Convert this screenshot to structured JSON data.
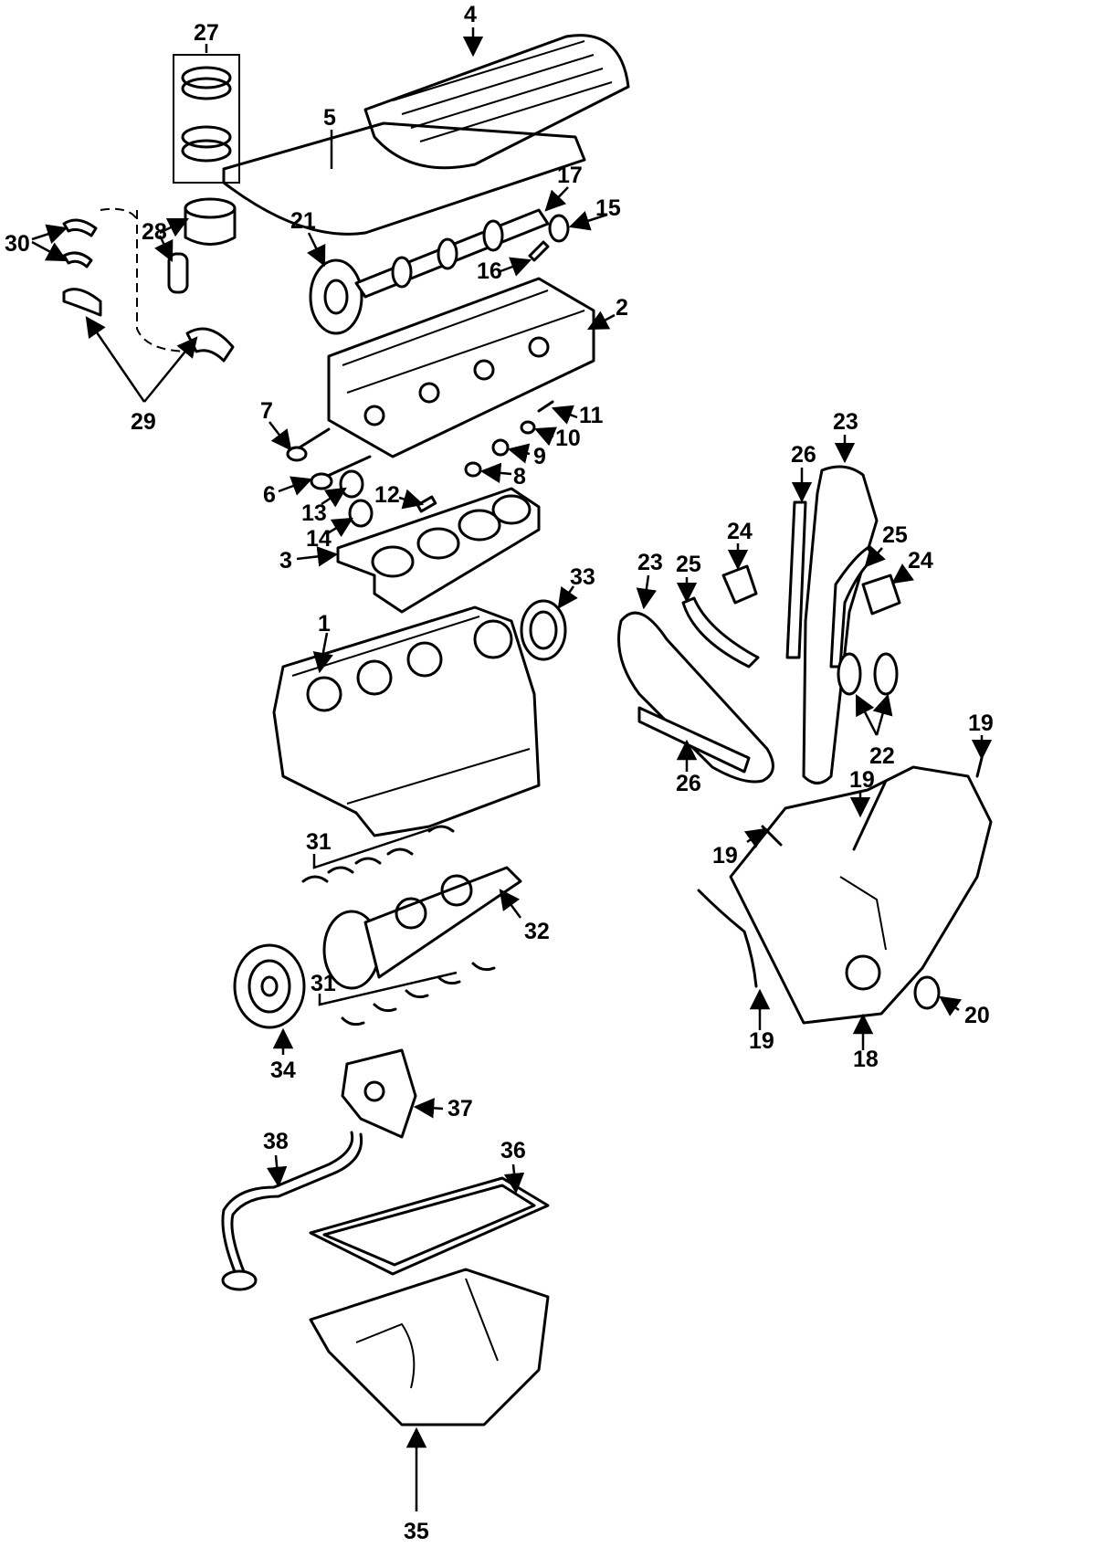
{
  "callouts": [
    "1",
    "2",
    "3",
    "4",
    "5",
    "6",
    "7",
    "8",
    "9",
    "10",
    "11",
    "12",
    "13",
    "14",
    "15",
    "16",
    "17",
    "18",
    "19",
    "19",
    "19",
    "19",
    "20",
    "21",
    "22",
    "23",
    "23",
    "24",
    "24",
    "25",
    "25",
    "26",
    "26",
    "27",
    "28",
    "29",
    "30",
    "31",
    "31",
    "32",
    "33",
    "34",
    "35",
    "36",
    "37",
    "38"
  ]
}
